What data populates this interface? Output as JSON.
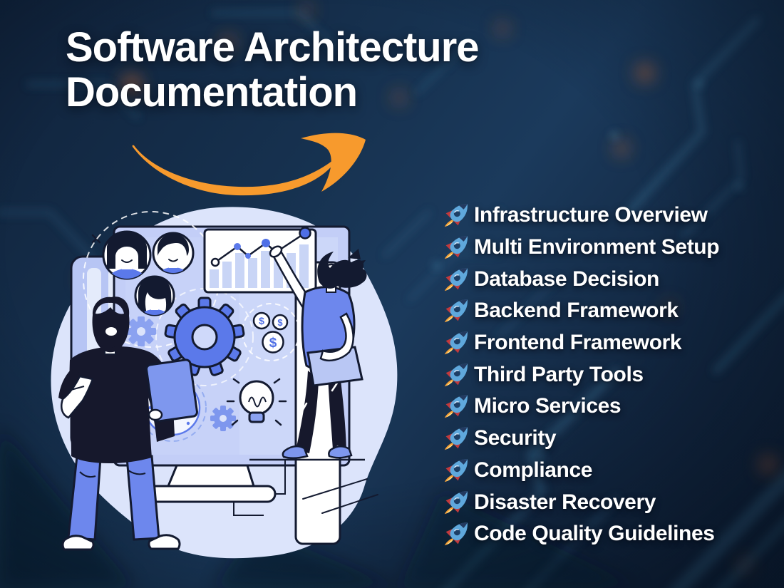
{
  "header": {
    "title": "Software Architecture Documentation"
  },
  "topics": {
    "bullet_icon": "rocket-icon",
    "items": [
      {
        "label": "Infrastructure Overview"
      },
      {
        "label": "Multi Environment Setup"
      },
      {
        "label": "Database Decision"
      },
      {
        "label": "Backend Framework"
      },
      {
        "label": "Frontend Framework"
      },
      {
        "label": "Third Party Tools"
      },
      {
        "label": "Micro Services"
      },
      {
        "label": "Security"
      },
      {
        "label": "Compliance"
      },
      {
        "label": "Disaster Recovery"
      },
      {
        "label": "Code Quality Guidelines"
      }
    ]
  },
  "illustration": {
    "coin_symbol": "$"
  },
  "colors": {
    "background_navy": "#14263F",
    "circuit_teal": "#3F7A9E",
    "bokeh_orange": "#C96A30",
    "accent_orange": "#F79A2D",
    "text_white": "#FFFFFF",
    "illustration_blue": "#5B79EA",
    "illustration_periwinkle": "#C3CEF7",
    "illustration_light_blob": "#DCE4FB",
    "rocket_body_blue": "#5FA8DC",
    "rocket_fin_red": "#C2393C"
  }
}
